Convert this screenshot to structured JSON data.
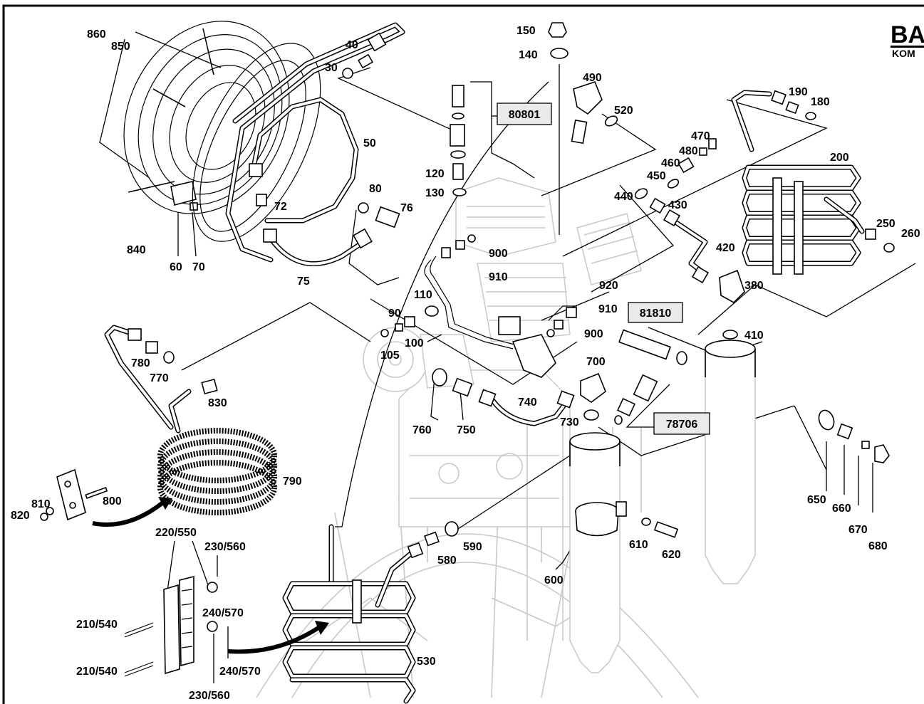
{
  "logo": {
    "text_top": "BA",
    "text_bottom": "KOM"
  },
  "reference_boxes": [
    "80801",
    "81810",
    "78706"
  ],
  "part_labels": [
    "860",
    "850",
    "40",
    "30",
    "50",
    "72",
    "80",
    "76",
    "75",
    "840",
    "60",
    "70",
    "150",
    "140",
    "490",
    "520",
    "120",
    "130",
    "900",
    "910",
    "110",
    "90",
    "100",
    "105",
    "190",
    "180",
    "470",
    "480",
    "460",
    "450",
    "440",
    "430",
    "200",
    "250",
    "260",
    "420",
    "380",
    "920",
    "910",
    "900",
    "410",
    "700",
    "740",
    "730",
    "760",
    "750",
    "780",
    "770",
    "830",
    "790",
    "810",
    "820",
    "800",
    "220/550",
    "230/560",
    "240/570",
    "210/540",
    "210/540",
    "240/570",
    "230/560",
    "530",
    "580",
    "590",
    "600",
    "610",
    "620",
    "650",
    "660",
    "670",
    "680"
  ]
}
